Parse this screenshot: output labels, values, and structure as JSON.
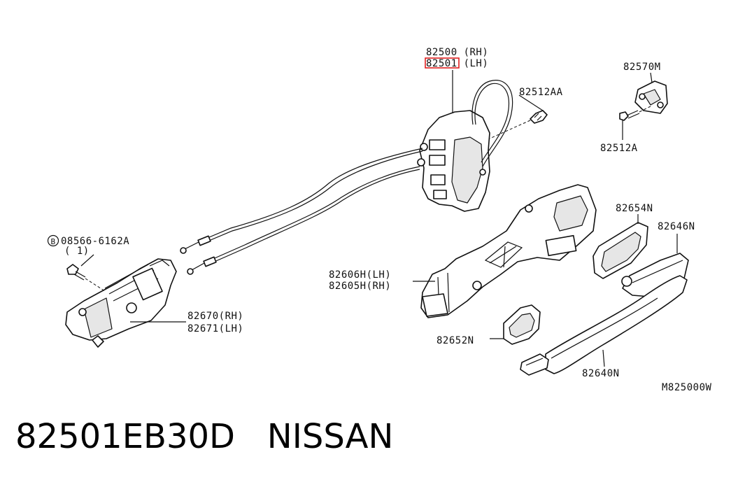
{
  "labels": {
    "lock_rh": "82500 (RH)",
    "lock_lh": "82501 (LH)",
    "bolt_aa": "82512AA",
    "striker": "82570M",
    "bolt_a": "82512A",
    "gasket_front": "82654N",
    "grip_cover": "82646N",
    "bracket_lh": "82606H(LH)",
    "bracket_rh": "82605H(RH)",
    "bolt_b": "08566-6162A",
    "bolt_b_qty": "( 1)",
    "bolt_b_circle": "B",
    "inner_rh": "82670(RH)",
    "inner_lh": "82671(LH)",
    "gasket_rear": "82652N",
    "handle": "82640N",
    "diagram_code": "M825000W"
  },
  "highlight_color": "#e02020",
  "footer": {
    "part_number": "82501EB30D",
    "brand": "NISSAN"
  }
}
